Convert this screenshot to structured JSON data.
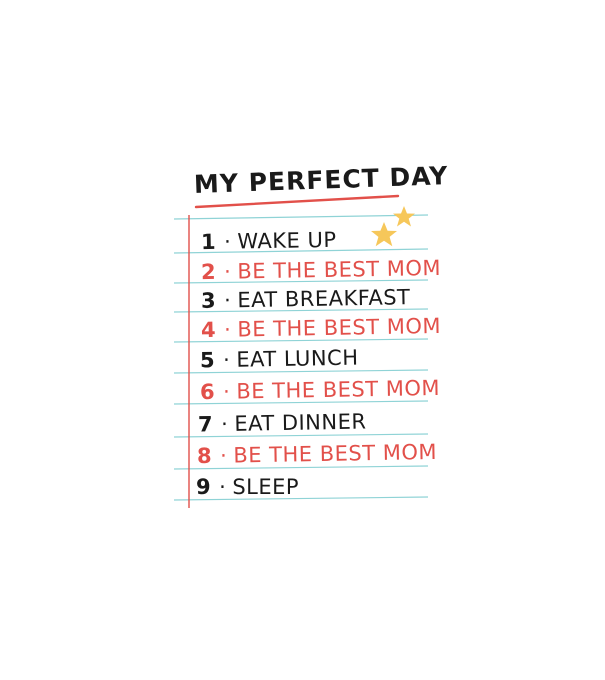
{
  "title": "MY PERFECT DAY",
  "items": [
    {
      "number": "1",
      "text": "WAKE UP",
      "color": "#1a1a1a"
    },
    {
      "number": "2",
      "text": "BE THE BEST MOM",
      "color": "#e2504a"
    },
    {
      "number": "3",
      "text": "EAT BREAKFAST",
      "color": "#1a1a1a"
    },
    {
      "number": "4",
      "text": "BE THE BEST MOM",
      "color": "#e2504a"
    },
    {
      "number": "5",
      "text": "EAT LUNCH",
      "color": "#1a1a1a"
    },
    {
      "number": "6",
      "text": "BE THE BEST MOM",
      "color": "#e2504a"
    },
    {
      "number": "7",
      "text": "EAT DINNER",
      "color": "#1a1a1a"
    },
    {
      "number": "8",
      "text": "BE THE BEST MOM",
      "color": "#e2504a"
    },
    {
      "number": "9",
      "text": "SLEEP",
      "color": "#1a1a1a"
    }
  ],
  "colors": {
    "ink": "#1a1a1a",
    "accent": "#e2504a",
    "rule_line": "#8fd3d6",
    "margin_line": "#e2504a",
    "star": "#f6c75a"
  },
  "icons": [
    "star-icon",
    "star-icon"
  ]
}
